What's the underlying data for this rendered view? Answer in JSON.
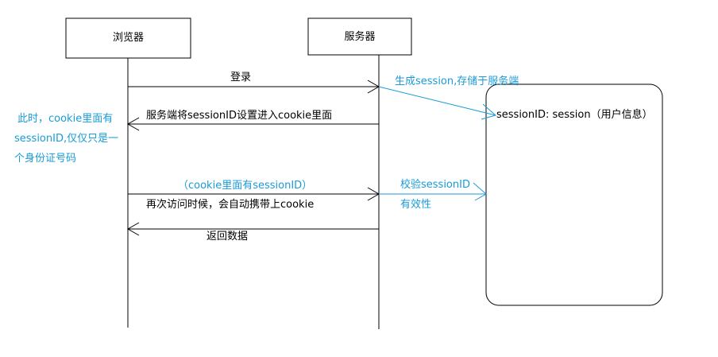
{
  "participants": {
    "browser": "浏览器",
    "server": "服务器"
  },
  "messages": {
    "login": "登录",
    "set_cookie": "服务端将sessionID设置进入cookie里面",
    "cookie_has_id": "（cookie里面有sessionID）",
    "revisit": "再次访问时候，会自动携带上cookie",
    "return_data": "返回数据"
  },
  "notes": {
    "generate_session": "生成session,存储于服务端",
    "browser_note_line1": "此时，cookie里面有",
    "browser_note_line2": "sessionID,仅仅只是一",
    "browser_note_line3": "个身份证号码",
    "verify_line1": "校验sessionID",
    "verify_line2": "有效性"
  },
  "session_store": {
    "entry": "sessionID: session（用户信息）"
  },
  "colors": {
    "annotation": "#1a9bd7",
    "line": "#000000"
  }
}
